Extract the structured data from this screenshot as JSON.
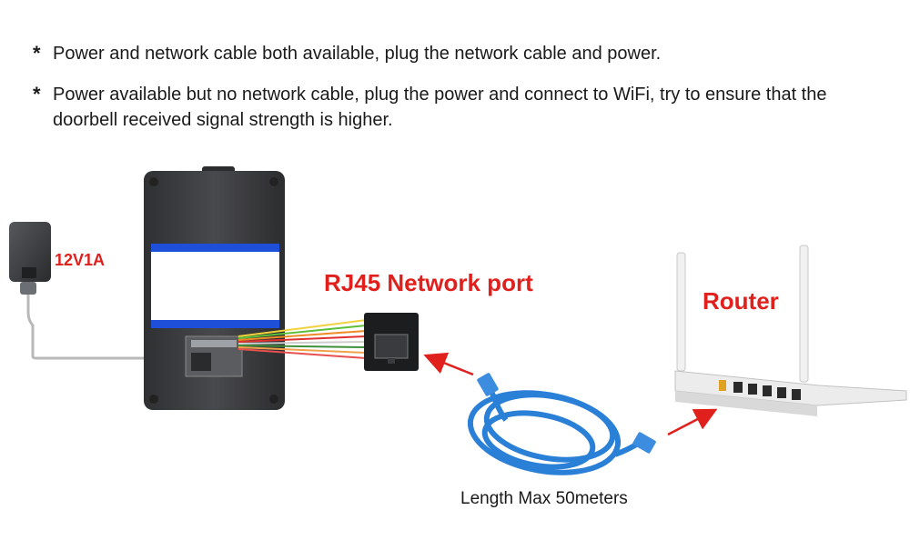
{
  "notes": [
    {
      "bullet": "*",
      "text": "Power and network cable both available, plug the network cable and power."
    },
    {
      "bullet": "*",
      "text": "Power available but no network cable, plug the power and connect to WiFi, try to ensure that the doorbell received signal strength is higher."
    }
  ],
  "labels": {
    "adapter": "12V1A",
    "port": "RJ45 Network port",
    "router": "Router",
    "cable_length": "Length Max 50meters"
  },
  "colors": {
    "accent_red": "#e0201c",
    "cable_blue": "#2a7fd6",
    "device_body": "#3a3b3d",
    "screen_band": "#1e4fd8"
  }
}
